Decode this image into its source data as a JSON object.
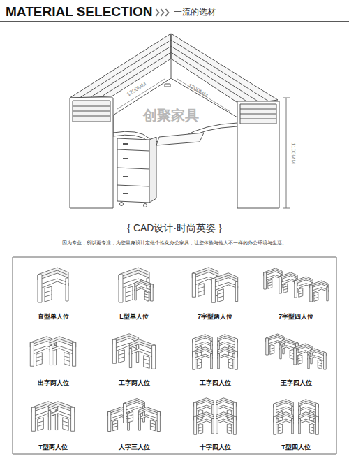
{
  "diagram": {
    "title": "MATERIAL SELECTION",
    "labels": [
      "一流的选材",
      "1200MM",
      "1200MM",
      "1100MM",
      "创聚家具",
      "{ CAD设计·时尚英姿 }",
      "因为专业，所以更专注，为您量身设计定做个性化办公家具，让您体验与他人不一样的办公环境与生活。",
      "直型单人位",
      "L型单人位",
      "7字型两人位",
      "7字型四人位",
      "出字两人位",
      "工字两人位",
      "工字四人位",
      "王字四人位",
      "T型两人位",
      "人字三人位",
      "十字四人位",
      "T型四人位"
    ]
  }
}
